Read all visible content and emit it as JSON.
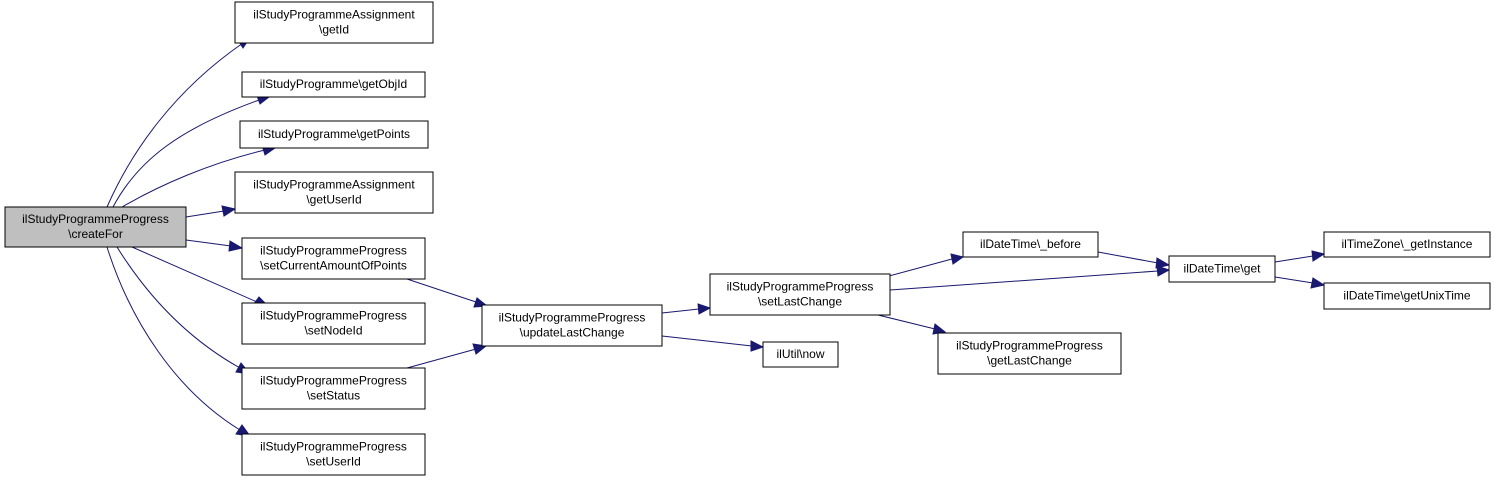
{
  "diagram": {
    "colors": {
      "edge": "#191970",
      "root_fill": "#bfbfbf",
      "node_fill": "#ffffff",
      "border": "#000000"
    },
    "nodes": [
      {
        "id": "root",
        "lines": [
          "ilStudyProgrammeProgress",
          "\\createFor"
        ],
        "root": true
      },
      {
        "id": "n_assign_getid",
        "lines": [
          "ilStudyProgrammeAssignment",
          "\\getId"
        ]
      },
      {
        "id": "n_prog_getobjid",
        "lines": [
          "ilStudyProgramme\\getObjId"
        ]
      },
      {
        "id": "n_prog_getpoints",
        "lines": [
          "ilStudyProgramme\\getPoints"
        ]
      },
      {
        "id": "n_assign_getuserid",
        "lines": [
          "ilStudyProgrammeAssignment",
          "\\getUserId"
        ]
      },
      {
        "id": "n_setcurrentamount",
        "lines": [
          "ilStudyProgrammeProgress",
          "\\setCurrentAmountOfPoints"
        ]
      },
      {
        "id": "n_setnodeid",
        "lines": [
          "ilStudyProgrammeProgress",
          "\\setNodeId"
        ]
      },
      {
        "id": "n_setstatus",
        "lines": [
          "ilStudyProgrammeProgress",
          "\\setStatus"
        ]
      },
      {
        "id": "n_setuserid",
        "lines": [
          "ilStudyProgrammeProgress",
          "\\setUserId"
        ]
      },
      {
        "id": "n_updatelastchange",
        "lines": [
          "ilStudyProgrammeProgress",
          "\\updateLastChange"
        ]
      },
      {
        "id": "n_setlastchange",
        "lines": [
          "ilStudyProgrammeProgress",
          "\\setLastChange"
        ]
      },
      {
        "id": "n_util_now",
        "lines": [
          "ilUtil\\now"
        ]
      },
      {
        "id": "n_dt_before",
        "lines": [
          "ilDateTime\\_before"
        ]
      },
      {
        "id": "n_getlastchange",
        "lines": [
          "ilStudyProgrammeProgress",
          "\\getLastChange"
        ]
      },
      {
        "id": "n_dt_get",
        "lines": [
          "ilDateTime\\get"
        ]
      },
      {
        "id": "n_tz_getinstance",
        "lines": [
          "ilTimeZone\\_getInstance"
        ]
      },
      {
        "id": "n_dt_getunixtime",
        "lines": [
          "ilDateTime\\getUnixTime"
        ]
      }
    ],
    "edges": [
      {
        "from": "root",
        "to": "n_assign_getid"
      },
      {
        "from": "root",
        "to": "n_prog_getobjid"
      },
      {
        "from": "root",
        "to": "n_prog_getpoints"
      },
      {
        "from": "root",
        "to": "n_assign_getuserid"
      },
      {
        "from": "root",
        "to": "n_setcurrentamount"
      },
      {
        "from": "root",
        "to": "n_setnodeid"
      },
      {
        "from": "root",
        "to": "n_setstatus"
      },
      {
        "from": "root",
        "to": "n_setuserid"
      },
      {
        "from": "n_setcurrentamount",
        "to": "n_updatelastchange"
      },
      {
        "from": "n_setstatus",
        "to": "n_updatelastchange"
      },
      {
        "from": "n_updatelastchange",
        "to": "n_setlastchange"
      },
      {
        "from": "n_updatelastchange",
        "to": "n_util_now"
      },
      {
        "from": "n_setlastchange",
        "to": "n_dt_before"
      },
      {
        "from": "n_setlastchange",
        "to": "n_dt_get"
      },
      {
        "from": "n_setlastchange",
        "to": "n_getlastchange"
      },
      {
        "from": "n_dt_before",
        "to": "n_dt_get"
      },
      {
        "from": "n_dt_get",
        "to": "n_tz_getinstance"
      },
      {
        "from": "n_dt_get",
        "to": "n_dt_getunixtime"
      }
    ]
  }
}
